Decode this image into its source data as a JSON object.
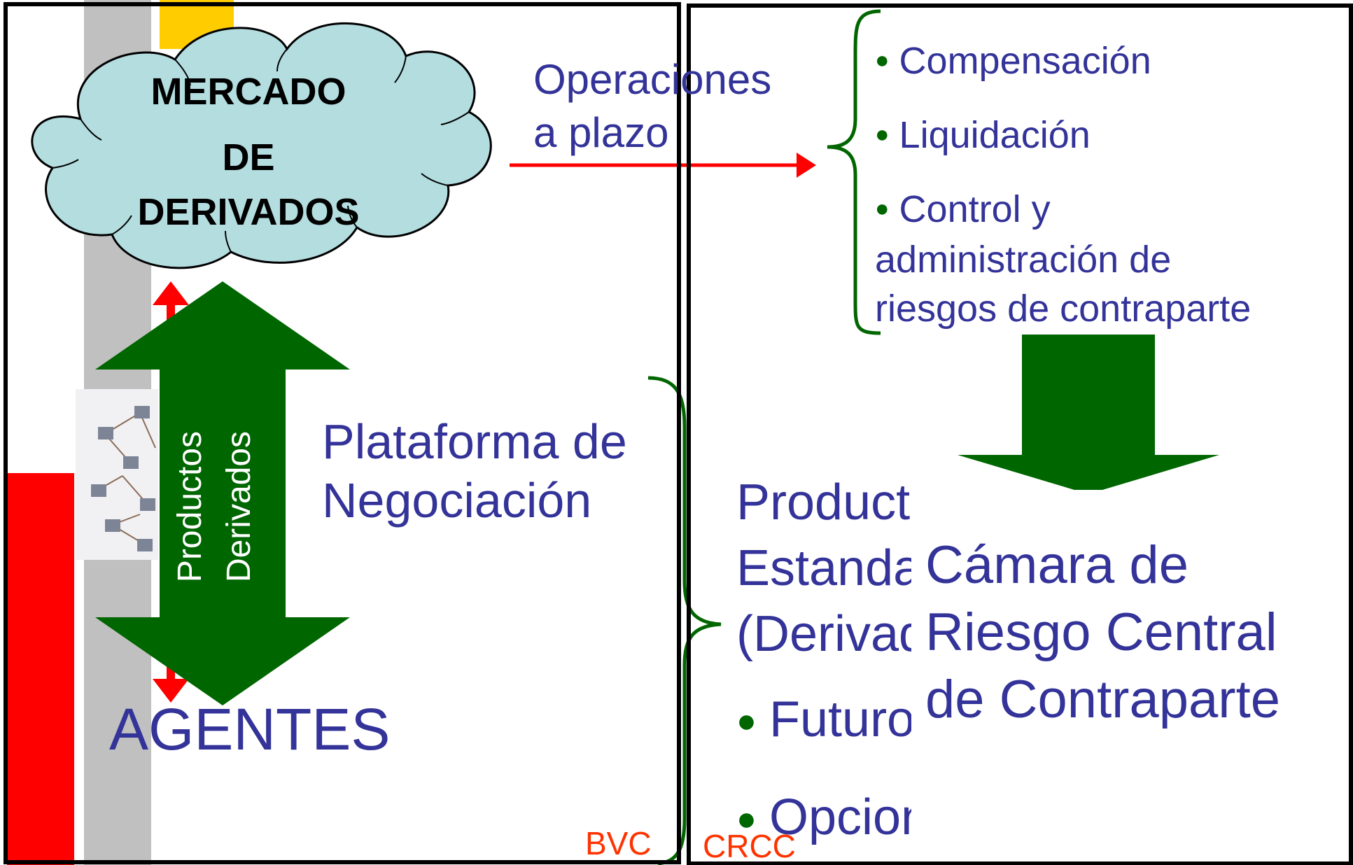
{
  "cloud": {
    "line1": "MERCADO",
    "line2": "DE",
    "line3": "DERIVADOS",
    "fill_color": "#b4dde0"
  },
  "left_panel": {
    "vertical_arrow_label_line1": "Productos",
    "vertical_arrow_label_line2": "Derivados",
    "platform_line1": "Plataforma de",
    "platform_line2": "Negociación",
    "agents": "AGENTES",
    "tag": "BVC",
    "network_image": "network-of-computers-icon"
  },
  "connector": {
    "line1": "Operaciones",
    "line2": "a plazo"
  },
  "right_panel": {
    "functions": [
      "Compensación",
      "Liquidación",
      "Control y"
    ],
    "functions_cont": [
      "administración de",
      "riesgos de contraparte"
    ],
    "products_line1": "Productos",
    "products_line2": "Estandarizados",
    "products_line3": "(Derivados)",
    "product_items": [
      "Futuros",
      "Opciones"
    ],
    "ccp_line1": "Cámara de",
    "ccp_line2": "Riesgo Central",
    "ccp_line3": "de Contraparte",
    "tag": "CRCC"
  },
  "colors": {
    "arrow_green": "#006600",
    "text_blue": "#333399",
    "accent_red": "#ff0000",
    "tag_orange": "#ff3300",
    "side_gray": "#c0c0c0",
    "yellow": "#ffcc00",
    "frame": "#000000"
  }
}
